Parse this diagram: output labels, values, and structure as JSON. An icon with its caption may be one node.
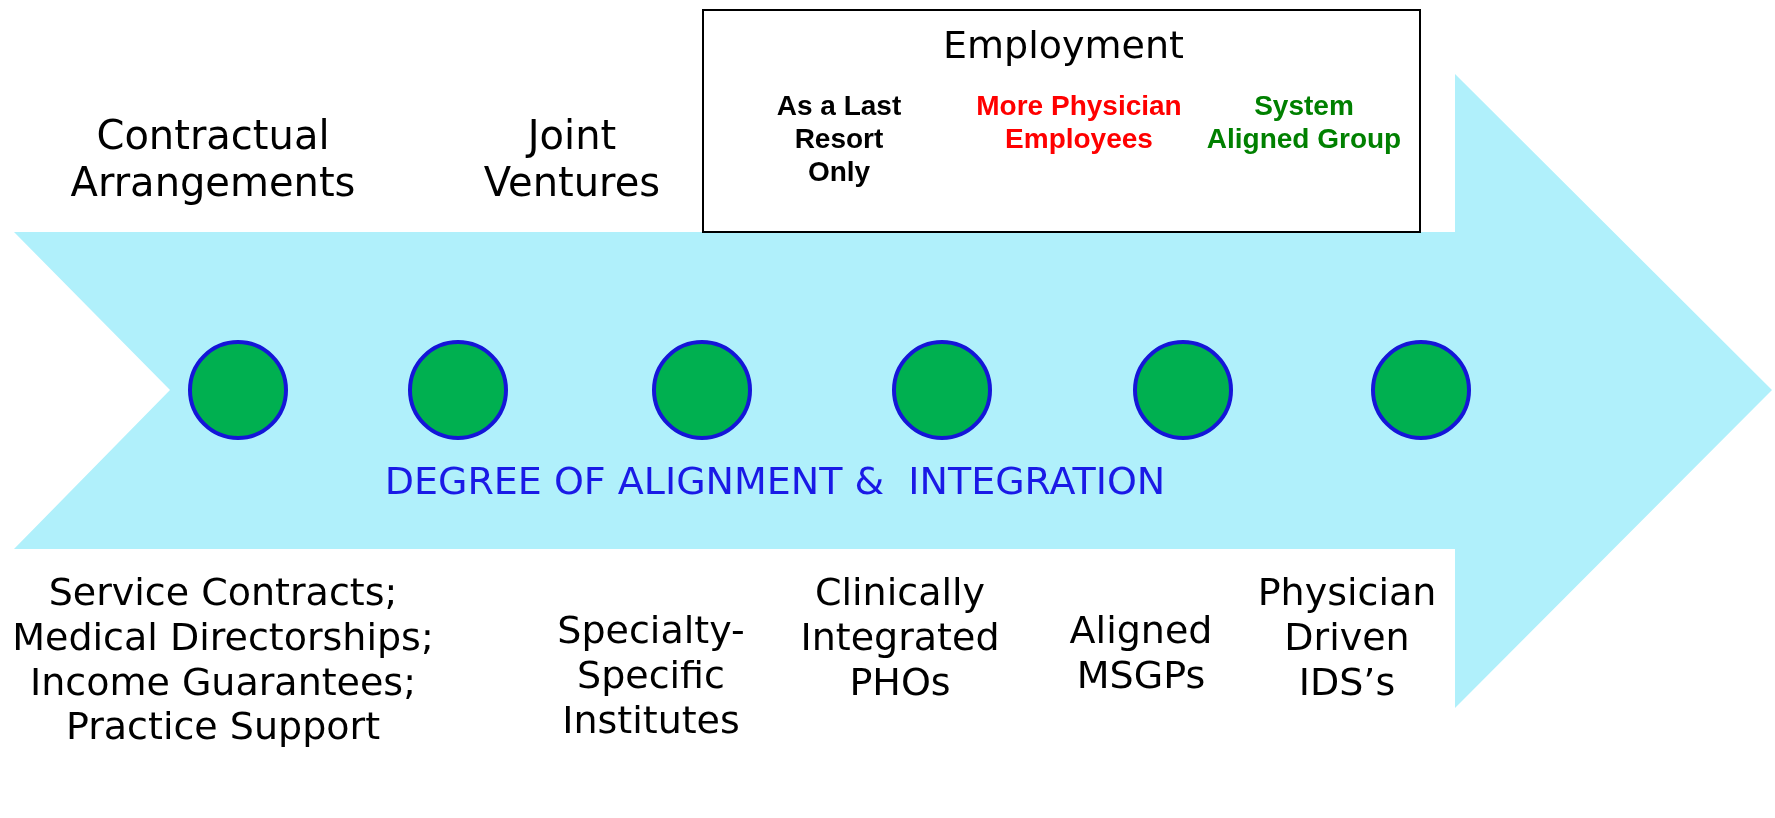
{
  "diagram": {
    "nodes": [
      {
        "text": [
          "Employment",
          "As a Last Resort Only",
          "More Physician Employees",
          "System Aligned Group"
        ]
      },
      {
        "text": [
          "DEGREE OF ALIGNMENT &  INTEGRATION"
        ]
      },
      {
        "text": [],
        "shape": "circle",
        "in": 1
      },
      {
        "text": [],
        "shape": "circle",
        "in": 1
      },
      {
        "text": [],
        "shape": "circle",
        "in": 1
      },
      {
        "text": [],
        "shape": "circle",
        "in": 1
      },
      {
        "text": [],
        "shape": "circle",
        "in": 1
      },
      {
        "text": [],
        "shape": "circle",
        "in": 1
      }
    ],
    "labels": [
      "Contractual Arrangements",
      "Joint Ventures",
      "Service Contracts; Medical Directorships; Income Guarantees; Practice Support",
      "Specialty-Specific Institutes",
      "Clinically Integrated PHOs",
      "Aligned MSGPs",
      "Physician Driven IDS’s"
    ]
  }
}
